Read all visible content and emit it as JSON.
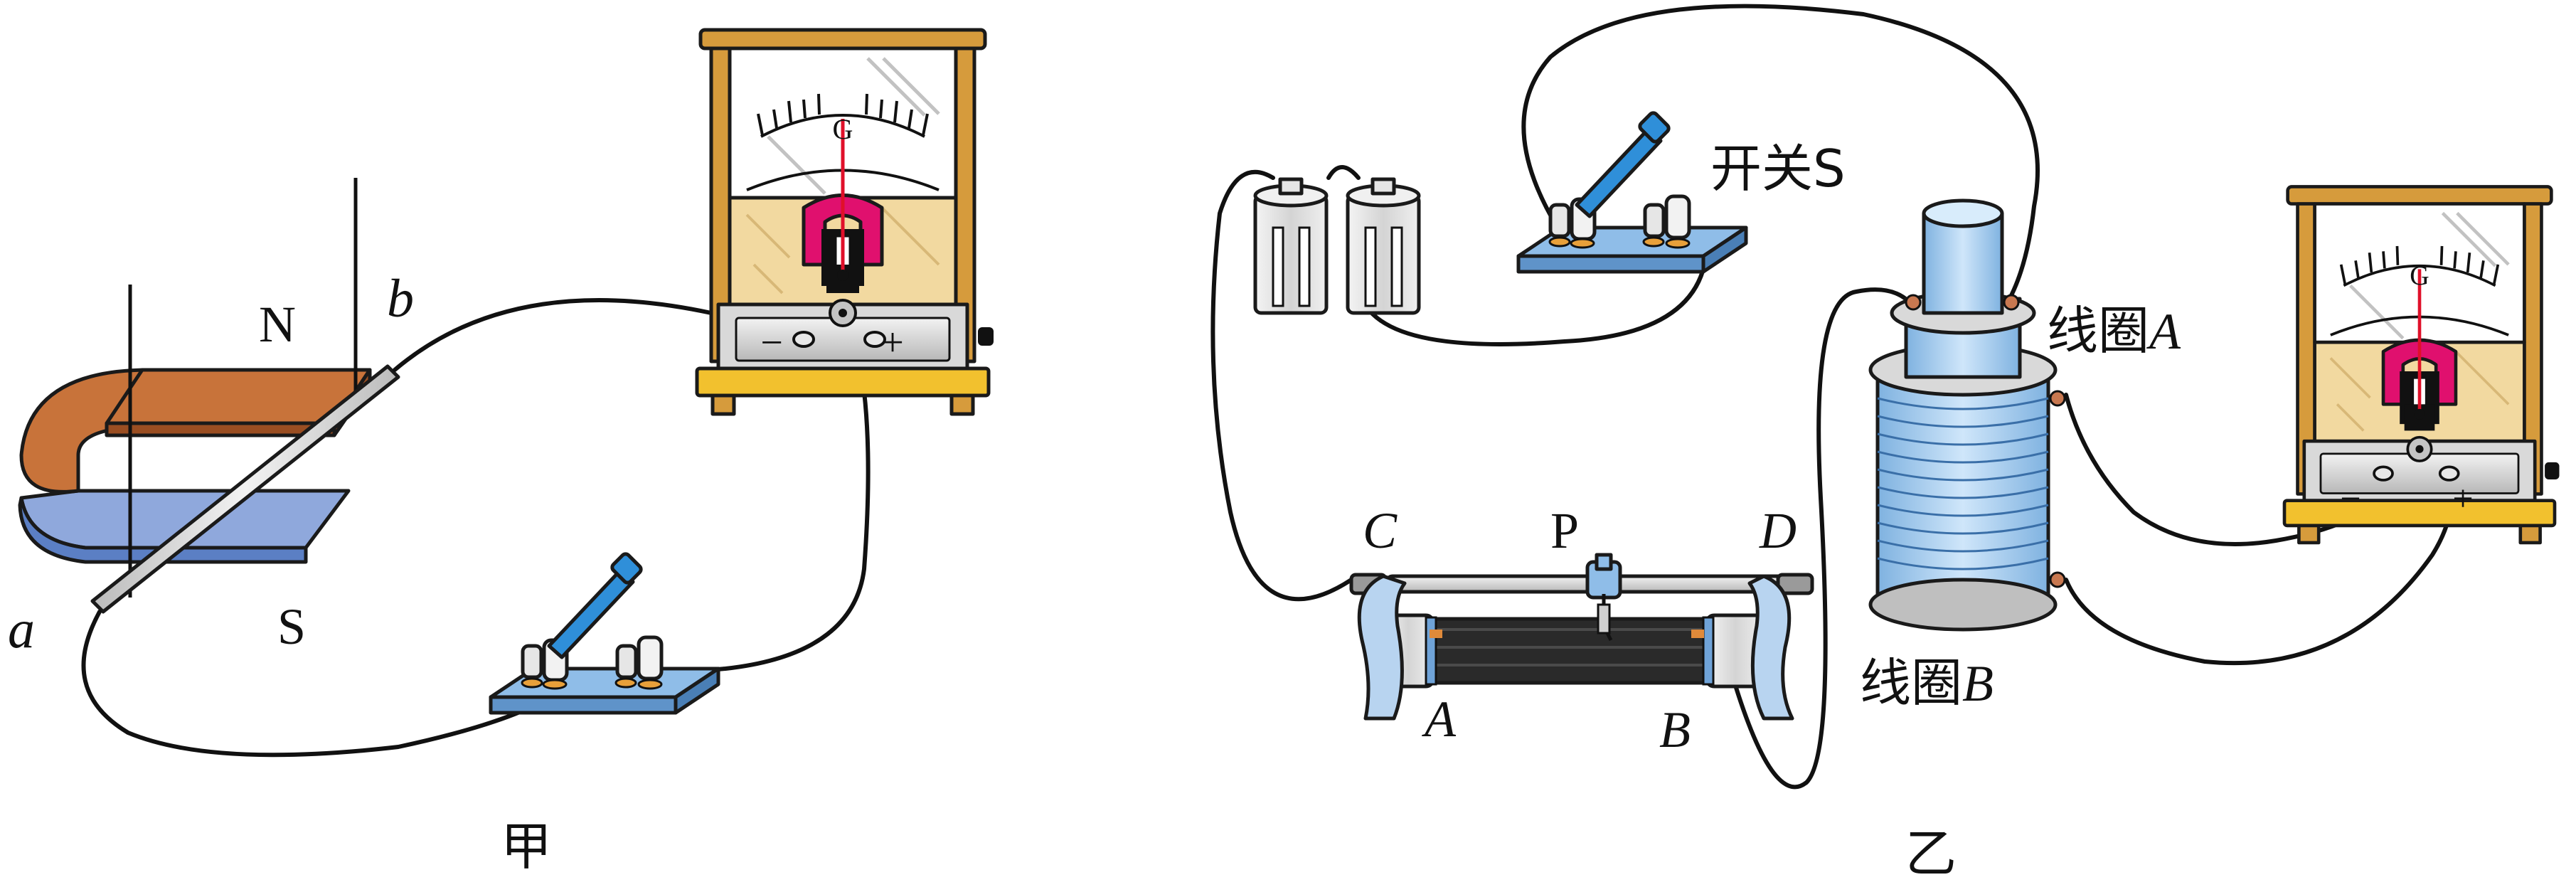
{
  "figure_a": {
    "caption": "甲",
    "magnet_north": "N",
    "magnet_south": "S",
    "rod_end_a": "a",
    "rod_end_b": "b",
    "galvanometer_symbol": "G",
    "meter_minus": "−",
    "meter_plus": "+"
  },
  "figure_b": {
    "caption": "乙",
    "switch_label": "开关S",
    "coil_a_label_text": "线圈",
    "coil_a_label_letter": "A",
    "coil_b_label_text": "线圈",
    "coil_b_label_letter": "B",
    "rheostat_terminal_c": "C",
    "rheostat_slider_p": "P",
    "rheostat_terminal_d": "D",
    "rheostat_end_a": "A",
    "rheostat_end_b": "B",
    "galvanometer_symbol": "G",
    "meter_minus": "−",
    "meter_plus": "+"
  },
  "colors": {
    "wood": "#d69b3c",
    "meter_base": "#f2c12e",
    "magnet_top": "#c8733a",
    "magnet_bottom": "#8fa8dc",
    "switch_base": "#6fa3d8",
    "switch_handle": "#2f8fd9",
    "needle": "#e0102a",
    "horseshoe_core": "#e0106e",
    "coil": "#8fc0ea"
  }
}
